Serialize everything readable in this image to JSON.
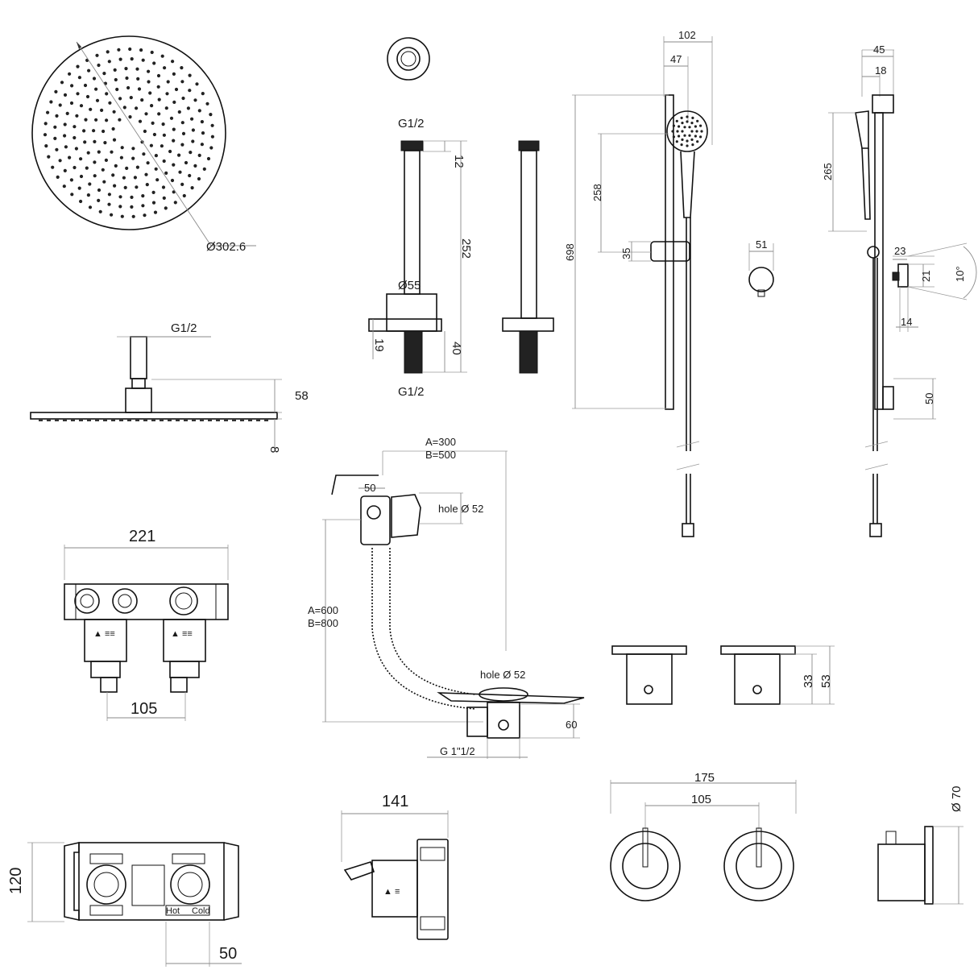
{
  "labels": {
    "rain_diameter": "Ø302.6",
    "rain_inlet": "G1/2",
    "rain_height": "58",
    "rain_thickness": "8",
    "arm_thread_top": "G1/2",
    "arm_top_thread_len": "12",
    "arm_length": "252",
    "arm_flange_diameter": "Ø55",
    "arm_flange_depth": "19",
    "arm_bottom_len": "40",
    "arm_thread_bottom": "G1/2",
    "rail_width": "102",
    "rail_handset_offset": "47",
    "rail_total_height": "698",
    "rail_handset_height": "258",
    "rail_slider": "35",
    "side_width": "45",
    "side_offset": "18",
    "side_handset_height": "265",
    "outlet_width": "51",
    "outlet_depth": "23",
    "outlet_height": "21",
    "outlet_angle": "10°",
    "outlet_base": "14",
    "rail_bracket": "50",
    "valve_width": "221",
    "valve_centres": "105",
    "filler_length_a": "A=300",
    "filler_length_b": "B=500",
    "filler_spout": "50",
    "filler_hole_top": "hole Ø 52",
    "filler_height_a": "A=600",
    "filler_height_b": "B=800",
    "filler_hole_bottom": "hole Ø 52",
    "filler_depth": "60",
    "filler_thread": "G 1\"1/2",
    "control_depth_inner": "33",
    "control_depth_outer": "53",
    "box_height": "120",
    "box_spacing": "50",
    "box_side_width": "141",
    "plate_width": "175",
    "plate_centres": "105",
    "plate_diameter": "Ø 70",
    "box_hot": "Hot",
    "box_cold": "Cold"
  },
  "icons": [
    "shower-head-icon",
    "shower-arm-icon",
    "handset-icon",
    "valve-icon",
    "bath-filler-icon",
    "control-knob-icon",
    "wall-outlet-icon"
  ]
}
